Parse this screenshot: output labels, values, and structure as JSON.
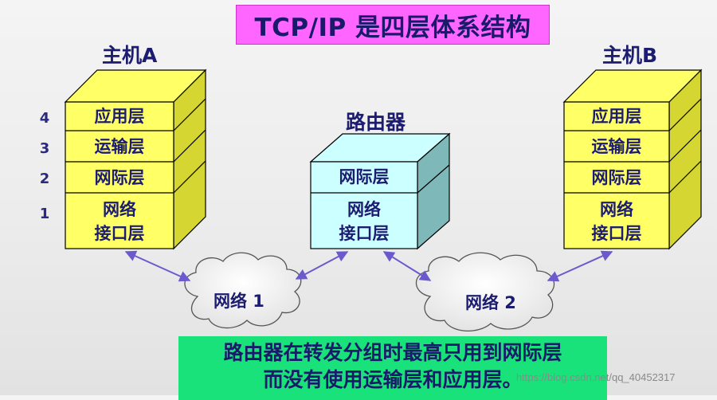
{
  "title": "TCP/IP 是四层体系结构",
  "host_a": {
    "label": "主机A",
    "layers": [
      "应用层",
      "运输层",
      "网际层",
      "网络\n接口层"
    ]
  },
  "host_b": {
    "label": "主机B",
    "layers": [
      "应用层",
      "运输层",
      "网际层",
      "网络\n接口层"
    ]
  },
  "router": {
    "label": "路由器",
    "layers": [
      "网际层",
      "网络\n接口层"
    ]
  },
  "layer_numbers": [
    "4",
    "3",
    "2",
    "1"
  ],
  "networks": [
    "网络 1",
    "网络 2"
  ],
  "note": {
    "line1": "路由器在转发分组时最高只用到网际层",
    "line2": "而没有使用运输层和应用层。"
  },
  "watermark": "https://blog.csdn.net/qq_40452317",
  "colors": {
    "title_bg": "#ff66ff",
    "host_front": "#ffff66",
    "host_side": "#d6d633",
    "router_front": "#ccffff",
    "router_side": "#7fb8b8",
    "note_bg": "#19e27a",
    "text": "#1c1c70"
  }
}
